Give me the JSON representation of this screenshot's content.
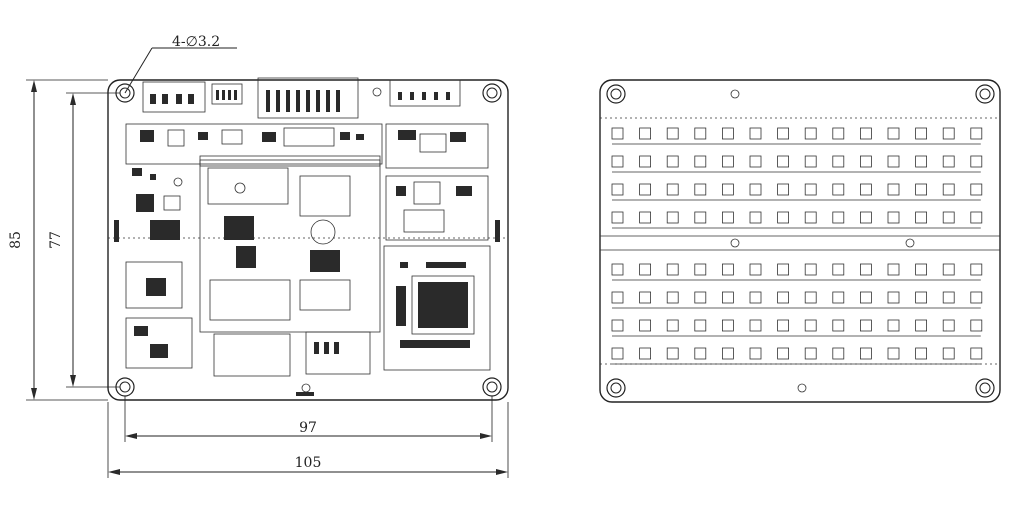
{
  "drawing": {
    "hole_callout": "4-∅3.2",
    "dimensions": {
      "outer_height": "85",
      "hole_spacing_height": "77",
      "hole_spacing_width": "97",
      "outer_width": "105"
    }
  },
  "colors": {
    "line": "#222222",
    "background": "#ffffff"
  }
}
